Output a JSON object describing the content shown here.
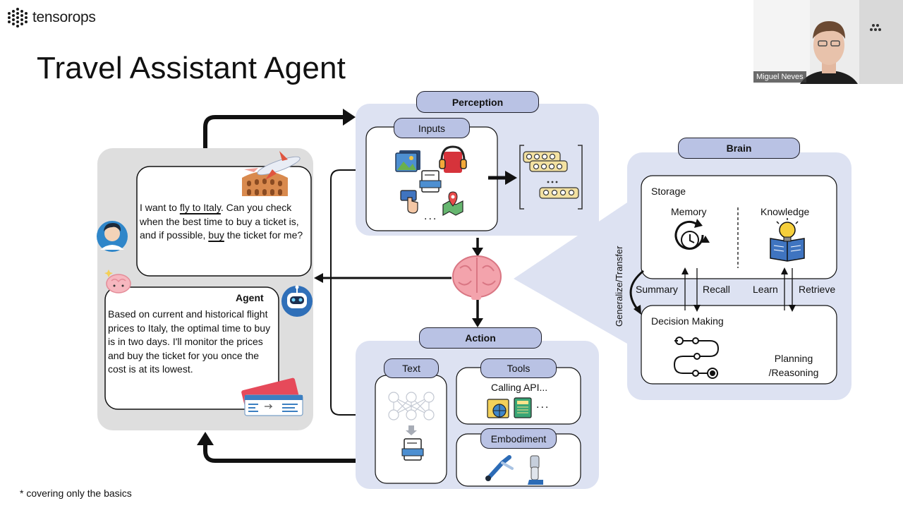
{
  "header": {
    "logo_text": "tensorops",
    "title": "Travel Assistant Agent"
  },
  "footnote": "* covering only the basics",
  "webcam": {
    "participant_name": "Miguel Neves"
  },
  "user_message": {
    "pre1": "I want to ",
    "u1": "fly to Italy",
    "post1": ". Can you check when the best time to buy a ticket is, and if possible, ",
    "u2": "buy",
    "post2": " the ticket for me?"
  },
  "agent_message": {
    "label": "Agent",
    "text": "Based on current and historical flight prices to Italy, the optimal time to buy is in two days. I'll monitor the prices and buy the ticket for you once the cost is at its lowest."
  },
  "perception": {
    "title": "Perception",
    "inputs_label": "Inputs",
    "ellipsis": "..."
  },
  "action": {
    "title": "Action",
    "text_label": "Text",
    "tools_label": "Tools",
    "tools_caption": "Calling API...",
    "tools_ellipsis": "...",
    "embodiment_label": "Embodiment"
  },
  "brain": {
    "title": "Brain",
    "storage_label": "Storage",
    "memory_label": "Memory",
    "knowledge_label": "Knowledge",
    "summary_label": "Summary",
    "recall_label": "Recall",
    "learn_label": "Learn",
    "retrieve_label": "Retrieve",
    "decision_label": "Decision Making",
    "planning_label": "Planning\n/Reasoning",
    "generalize_label": "Generalize/Transfer"
  },
  "colors": {
    "panel_blue": "#dde2f2",
    "pill_blue": "#b9c2e4",
    "agent_panel": "#dedede",
    "brain_pink": "#f3a3ac"
  }
}
